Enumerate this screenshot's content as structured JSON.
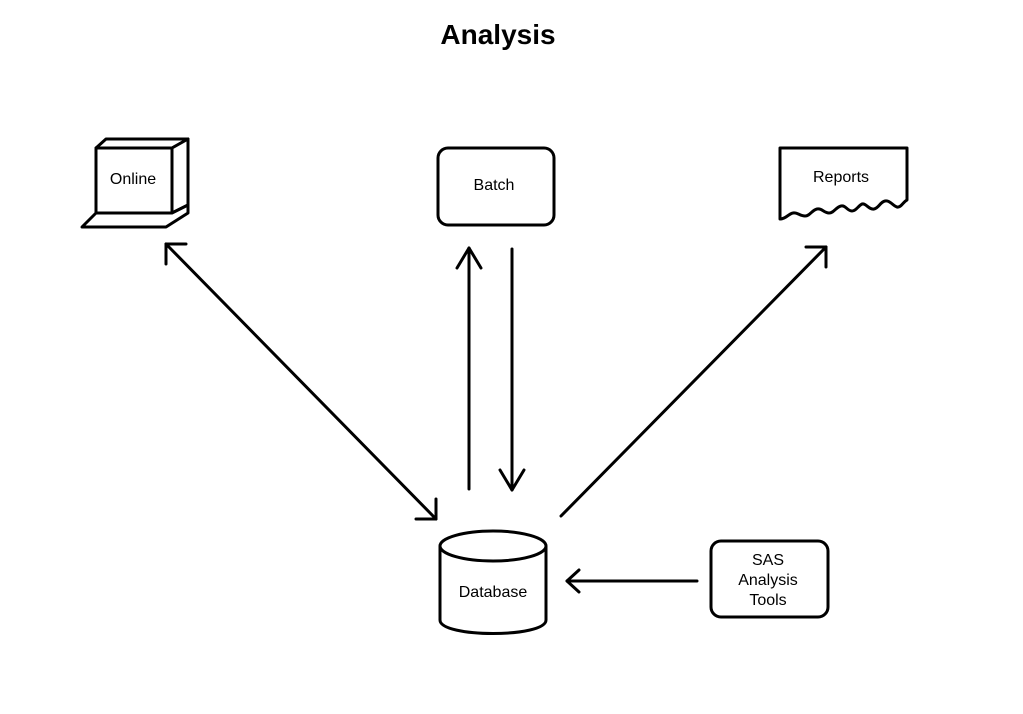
{
  "title": "Analysis",
  "nodes": {
    "online": {
      "label": "Online",
      "icon": "terminal-icon"
    },
    "batch": {
      "label": "Batch",
      "icon": "rounded-box"
    },
    "reports": {
      "label": "Reports",
      "icon": "document-icon"
    },
    "database": {
      "label": "Database",
      "icon": "cylinder-icon"
    },
    "sas": {
      "label_lines": [
        "SAS",
        "Analysis",
        "Tools"
      ],
      "icon": "rounded-box"
    }
  },
  "edges": [
    {
      "from": "online",
      "to": "database",
      "direction": "both"
    },
    {
      "from": "database",
      "to": "batch",
      "direction": "forward"
    },
    {
      "from": "batch",
      "to": "database",
      "direction": "forward"
    },
    {
      "from": "database",
      "to": "reports",
      "direction": "forward"
    },
    {
      "from": "sas",
      "to": "database",
      "direction": "forward"
    }
  ],
  "colors": {
    "line": "#000000",
    "background": "#ffffff"
  }
}
